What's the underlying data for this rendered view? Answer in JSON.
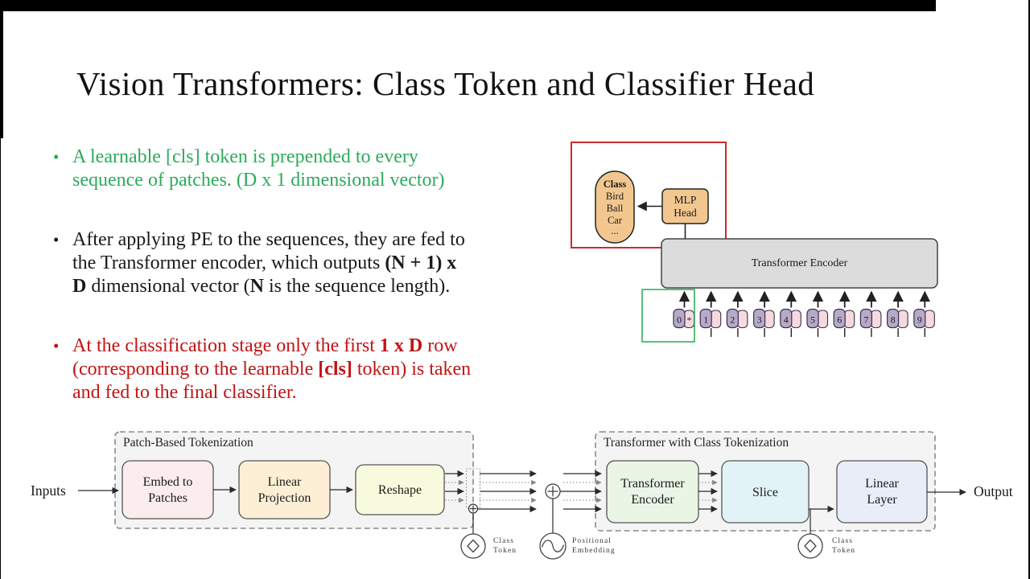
{
  "slide": {
    "title": "Vision Transformers: Class Token and Classifier Head",
    "bullets": [
      {
        "color": "#2cab5b",
        "lines": [
          [
            {
              "text": "A learnable [cls] token is prepended to every",
              "bold": false
            }
          ],
          [
            {
              "text": "sequence of patches. (D x 1 dimensional vector)",
              "bold": false
            }
          ]
        ]
      },
      {
        "color": "#191919",
        "lines": [
          [
            {
              "text": "After applying PE to the sequences, they are fed to",
              "bold": false
            }
          ],
          [
            {
              "text": "the Transformer encoder, which outputs ",
              "bold": false
            },
            {
              "text": "(N + 1) x",
              "bold": true
            }
          ],
          [
            {
              "text": "D",
              "bold": true
            },
            {
              "text": " dimensional vector (",
              "bold": false
            },
            {
              "text": "N",
              "bold": true
            },
            {
              "text": " is the sequence length).",
              "bold": false
            }
          ]
        ]
      },
      {
        "color": "#c21414",
        "lines": [
          [
            {
              "text": "At the classification stage only the first ",
              "bold": false
            },
            {
              "text": "1 x D",
              "bold": true
            },
            {
              "text": " row",
              "bold": false
            }
          ],
          [
            {
              "text": "(corresponding to the learnable ",
              "bold": false
            },
            {
              "text": "[cls]",
              "bold": true
            },
            {
              "text": " token) is taken",
              "bold": false
            }
          ],
          [
            {
              "text": "and fed to the final classifier.",
              "bold": false
            }
          ]
        ]
      }
    ]
  },
  "encoder_diagram": {
    "class_pill": {
      "title": "Class",
      "items": [
        "Bird",
        "Ball",
        "Car",
        "..."
      ]
    },
    "mlp_head": {
      "line1": "MLP",
      "line2": "Head"
    },
    "encoder_label": "Transformer Encoder",
    "tokens": [
      "0",
      "1",
      "2",
      "3",
      "4",
      "5",
      "6",
      "7",
      "8",
      "9"
    ],
    "cls_star": "*",
    "colors": {
      "highlight_red": "#cc2b2b",
      "highlight_green": "#2eb05c",
      "box_tan": "#f2c78f",
      "encoder_gray": "#dcdcdc",
      "token_purple": "#b7aac8",
      "token_pink": "#f6d9de"
    }
  },
  "pipeline_diagram": {
    "inputs_label": "Inputs",
    "output_label": "Output",
    "patch_group_label": "Patch-Based Tokenization",
    "transformer_group_label": "Transformer with Class Tokenization",
    "boxes": {
      "embed": {
        "line1": "Embed to",
        "line2": "Patches",
        "fill": "#fbeced"
      },
      "linear_projection": {
        "line1": "Linear",
        "line2": "Projection",
        "fill": "#fcefd6"
      },
      "reshape": {
        "line1": "Reshape",
        "fill": "#f8fade"
      },
      "transformer_encoder": {
        "line1": "Transformer",
        "line2": "Encoder",
        "fill": "#e9f5e5"
      },
      "slice": {
        "line1": "Slice",
        "fill": "#e1f3f7"
      },
      "linear_layer": {
        "line1": "Linear",
        "line2": "Layer",
        "fill": "#e9edf8"
      }
    },
    "class_token_label_1": {
      "line1": "Class",
      "line2": "Token"
    },
    "positional_embedding_label": {
      "line1": "Positional",
      "line2": "Embedding"
    },
    "class_token_label_2": {
      "line1": "Class",
      "line2": "Token"
    }
  }
}
